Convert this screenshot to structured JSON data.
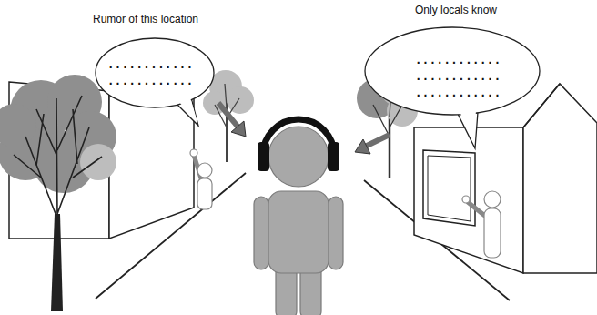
{
  "diagram": {
    "nodes": [
      {
        "text": [
          "Rumor of this location",
          "............ ............"
        ]
      },
      {
        "text": [
          "Only locals know",
          "............ ............ ............"
        ]
      }
    ]
  }
}
